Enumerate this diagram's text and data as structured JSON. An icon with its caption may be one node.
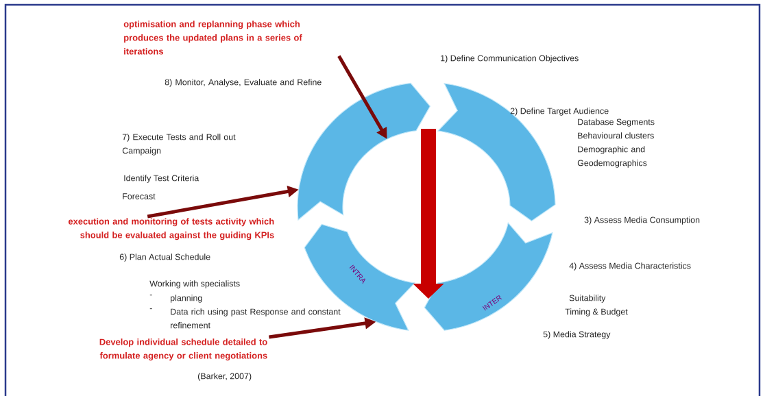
{
  "diagram": {
    "nodes": [
      {
        "text": [
          "optimisation and replanning phase which produces the updated plans in a series of iterations"
        ]
      },
      {
        "text": [
          "execution and monitoring of tests activity which should be evaluated against the guiding KPIs"
        ]
      },
      {
        "text": [
          "Develop individual schedule detailed to formulate agency or client negotiations"
        ]
      },
      {
        "text": [],
        "shape": "arrow"
      },
      {
        "text": [],
        "shape": "arrow"
      },
      {
        "text": [
          "INTER"
        ]
      },
      {
        "text": [
          "INTRA"
        ]
      }
    ],
    "edges": [
      {
        "from": 0,
        "to": 3,
        "arrow": "to"
      },
      {
        "from": 1,
        "to": 3,
        "arrow": "to"
      },
      {
        "from": 2,
        "to": 6,
        "arrow": "to"
      },
      {
        "from": 3,
        "to": 6,
        "arrow": "to",
        "style": "thick",
        "color": "#c80000"
      }
    ],
    "labels": [
      "1) Define Communication Objectives",
      "2) Define Target Audience",
      "Database Segments",
      "Behavioural clusters",
      "Demographic and Geodemographics",
      "3) Assess Media Consumption",
      "4) Assess Media Characteristics",
      "Suitability",
      "Timing & Budget",
      "5) Media Strategy",
      "8) Monitor, Analyse, Evaluate and Refine",
      "7) Execute Tests and Roll out Campaign",
      "Identify Test Criteria",
      "Forecast",
      "6) Plan Actual Schedule",
      "Working with specialists",
      "-",
      "planning",
      "-",
      "Data rich using past Response and constant refinement",
      "(Barker, 2007)"
    ]
  }
}
